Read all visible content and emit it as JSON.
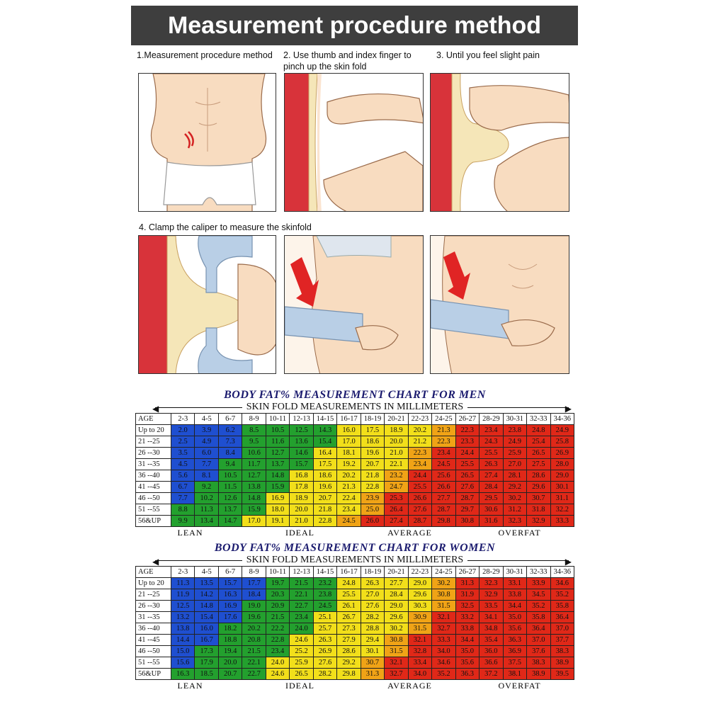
{
  "header": {
    "title": "Measurement procedure method"
  },
  "steps": {
    "s1": "1.Measurement procedure method",
    "s2": "2. Use thumb and index finger to pinch up the skin fold",
    "s3": "3. Until you feel slight pain",
    "s4": "4. Clamp the caliper to measure the skinfold"
  },
  "colors": {
    "blue": "#1f4fd0",
    "green": "#23a02e",
    "yellow": "#f2df1a",
    "orange": "#f0a316",
    "red": "#e02818",
    "banner": "#3e3e3e"
  },
  "men_chart": {
    "title": "BODY FAT% MEASUREMENT CHART FOR MEN",
    "subtitle": "SKIN FOLD MEASUREMENTS IN MILLIMETERS",
    "age_label": "AGE",
    "columns": [
      "2-3",
      "4-5",
      "6-7",
      "8-9",
      "10-11",
      "12-13",
      "14-15",
      "16-17",
      "18-19",
      "20-21",
      "22-23",
      "24-25",
      "26-27",
      "28-29",
      "30-31",
      "32-33",
      "34-36"
    ],
    "bands": [
      "LEAN",
      "IDEAL",
      "AVERAGE",
      "OVERFAT"
    ],
    "rows": [
      {
        "age": "Up to 20",
        "values": [
          "2.0",
          "3.9",
          "6.2",
          "8.5",
          "10.5",
          "12.5",
          "14.3",
          "16.0",
          "17.5",
          "18.9",
          "20.2",
          "21.3",
          "22.3",
          "23.4",
          "23.8",
          "24.8",
          "24.9"
        ]
      },
      {
        "age": "21 --25",
        "values": [
          "2.5",
          "4.9",
          "7.3",
          "9.5",
          "11.6",
          "13.6",
          "15.4",
          "17.0",
          "18.6",
          "20.0",
          "21.2",
          "22.3",
          "23.3",
          "24.3",
          "24.9",
          "25.4",
          "25.8"
        ]
      },
      {
        "age": "26 --30",
        "values": [
          "3.5",
          "6.0",
          "8.4",
          "10.6",
          "12.7",
          "14.6",
          "16.4",
          "18.1",
          "19.6",
          "21.0",
          "22.3",
          "23.4",
          "24.4",
          "25.5",
          "25.9",
          "26.5",
          "26.9"
        ]
      },
      {
        "age": "31 --35",
        "values": [
          "4.5",
          "7.7",
          "9.4",
          "11.7",
          "13.7",
          "15.7",
          "17.5",
          "19.2",
          "20.7",
          "22.1",
          "23.4",
          "24.5",
          "25.5",
          "26.3",
          "27.0",
          "27.5",
          "28.0"
        ]
      },
      {
        "age": "36 --40",
        "values": [
          "5.6",
          "8.1",
          "10.5",
          "12.7",
          "14.8",
          "16.8",
          "18.6",
          "20.2",
          "21.8",
          "23.2",
          "24.4",
          "25.6",
          "26.5",
          "27.4",
          "28.1",
          "28.6",
          "29.0"
        ]
      },
      {
        "age": "41 --45",
        "values": [
          "6.7",
          "9.2",
          "11.5",
          "13.8",
          "15.9",
          "17.8",
          "19.6",
          "21.3",
          "22.8",
          "24.7",
          "25.5",
          "26.6",
          "27.6",
          "28.4",
          "29.2",
          "29.6",
          "30.1"
        ]
      },
      {
        "age": "46 --50",
        "values": [
          "7.7",
          "10.2",
          "12.6",
          "14.8",
          "16.9",
          "18.9",
          "20.7",
          "22.4",
          "23.9",
          "25.3",
          "26.6",
          "27.7",
          "28.7",
          "29.5",
          "30.2",
          "30.7",
          "31.1"
        ]
      },
      {
        "age": "51 --55",
        "values": [
          "8.8",
          "11.3",
          "13.7",
          "15.9",
          "18.0",
          "20.0",
          "21.8",
          "23.4",
          "25.0",
          "26.4",
          "27.6",
          "28.7",
          "29.7",
          "30.6",
          "31.2",
          "31.8",
          "32.2"
        ]
      },
      {
        "age": "56&UP",
        "values": [
          "9.9",
          "13.4",
          "14.7",
          "17.0",
          "19.1",
          "21.0",
          "22.8",
          "24.5",
          "26.0",
          "27.4",
          "28.7",
          "29.8",
          "30.8",
          "31.6",
          "32.3",
          "32.9",
          "33.3"
        ]
      }
    ]
  },
  "women_chart": {
    "title": "BODY FAT% MEASUREMENT CHART FOR WOMEN",
    "subtitle": "SKIN FOLD MEASUREMENTS IN MILLIMETERS",
    "age_label": "AGE",
    "columns": [
      "2-3",
      "4-5",
      "6-7",
      "8-9",
      "10-11",
      "12-13",
      "14-15",
      "16-17",
      "18-19",
      "20-21",
      "22-23",
      "24-25",
      "26-27",
      "28-29",
      "30-31",
      "32-33",
      "34-36"
    ],
    "bands": [
      "LEAN",
      "IDEAL",
      "AVERAGE",
      "OVERFAT"
    ],
    "rows": [
      {
        "age": "Up to 20",
        "values": [
          "11.3",
          "13.5",
          "15.7",
          "17.7",
          "19.7",
          "21.5",
          "23.2",
          "24.8",
          "26.3",
          "27.7",
          "29.0",
          "30.2",
          "31.3",
          "32.3",
          "33.1",
          "33.9",
          "34.6"
        ]
      },
      {
        "age": "21 --25",
        "values": [
          "11.9",
          "14.2",
          "16.3",
          "18.4",
          "20.3",
          "22.1",
          "23.8",
          "25.5",
          "27.0",
          "28.4",
          "29.6",
          "30.8",
          "31.9",
          "32.9",
          "33.8",
          "34.5",
          "35.2"
        ]
      },
      {
        "age": "26 --30",
        "values": [
          "12.5",
          "14.8",
          "16.9",
          "19.0",
          "20.9",
          "22.7",
          "24.5",
          "26.1",
          "27.6",
          "29.0",
          "30.3",
          "31.5",
          "32.5",
          "33.5",
          "34.4",
          "35.2",
          "35.8"
        ]
      },
      {
        "age": "31 --35",
        "values": [
          "13.2",
          "15.4",
          "17.6",
          "19.6",
          "21.5",
          "23.4",
          "25.1",
          "26.7",
          "28.2",
          "29.6",
          "30.9",
          "32.1",
          "33.2",
          "34.1",
          "35.0",
          "35.8",
          "36.4"
        ]
      },
      {
        "age": "36 --40",
        "values": [
          "13.8",
          "16.0",
          "18.2",
          "20.2",
          "22.2",
          "24.0",
          "25.7",
          "27.3",
          "28.8",
          "30.2",
          "31.5",
          "32.7",
          "33.8",
          "34.8",
          "35.6",
          "36.4",
          "37.0"
        ]
      },
      {
        "age": "41 --45",
        "values": [
          "14.4",
          "16.7",
          "18.8",
          "20.8",
          "22.8",
          "24.6",
          "26.3",
          "27.9",
          "29.4",
          "30.8",
          "32.1",
          "33.3",
          "34.4",
          "35.4",
          "36.3",
          "37.0",
          "37.7"
        ]
      },
      {
        "age": "46 --50",
        "values": [
          "15.0",
          "17.3",
          "19.4",
          "21.5",
          "23.4",
          "25.2",
          "26.9",
          "28.6",
          "30.1",
          "31.5",
          "32.8",
          "34.0",
          "35.0",
          "36.0",
          "36.9",
          "37.6",
          "38.3"
        ]
      },
      {
        "age": "51 --55",
        "values": [
          "15.6",
          "17.9",
          "20.0",
          "22.1",
          "24.0",
          "25.9",
          "27.6",
          "29.2",
          "30.7",
          "32.1",
          "33.4",
          "34.6",
          "35.6",
          "36.6",
          "37.5",
          "38.3",
          "38.9"
        ]
      },
      {
        "age": "56&UP",
        "values": [
          "16.3",
          "18.5",
          "20.7",
          "22.7",
          "24.6",
          "26.5",
          "28.2",
          "29.8",
          "31.3",
          "32.7",
          "34.0",
          "35.2",
          "36.3",
          "37.2",
          "38.1",
          "38.9",
          "39.5"
        ]
      }
    ]
  }
}
